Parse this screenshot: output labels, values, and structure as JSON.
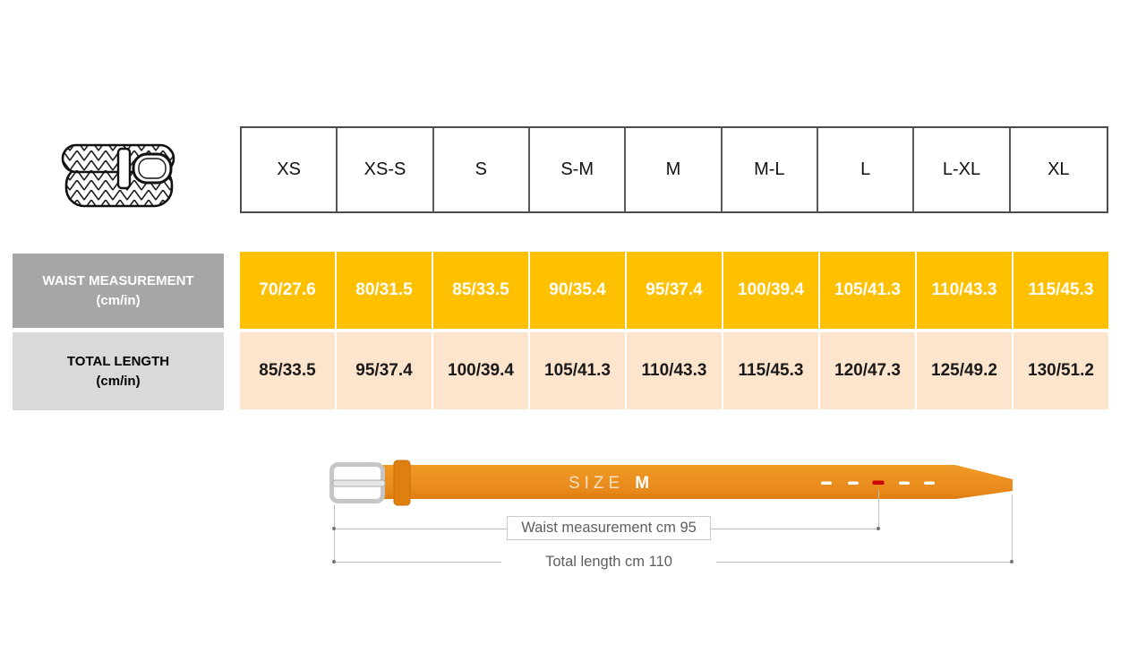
{
  "colors": {
    "accent_orange": "#FFC000",
    "row_peach": "#FCE4CD",
    "label_gray_dark": "#A6A6A6",
    "label_gray_light": "#D9D9D9",
    "belt_orange": "#E8891B",
    "belt_keeper_orange": "#DE7F10",
    "hole_red": "#CC0000",
    "guide_gray": "#BDBDBD"
  },
  "icons": {
    "belt_icon": "braided-belt-illustration"
  },
  "size_chart": {
    "sizes": [
      "XS",
      "XS-S",
      "S",
      "S-M",
      "M",
      "M-L",
      "L",
      "L-XL",
      "XL"
    ],
    "rows": [
      {
        "label_line1": "WAIST MEASUREMENT",
        "label_line2": "(cm/in)",
        "values": [
          "70/27.6",
          "80/31.5",
          "85/33.5",
          "90/35.4",
          "95/37.4",
          "100/39.4",
          "105/41.3",
          "110/43.3",
          "115/45.3"
        ]
      },
      {
        "label_line1": "TOTAL LENGTH",
        "label_line2": "(cm/in)",
        "values": [
          "85/33.5",
          "95/37.4",
          "100/39.4",
          "105/41.3",
          "110/43.3",
          "115/45.3",
          "120/47.3",
          "125/49.2",
          "130/51.2"
        ]
      }
    ]
  },
  "diagram": {
    "size_word": "SIZE",
    "size_value": "M",
    "waist_annotation": "Waist measurement cm 95",
    "total_annotation": "Total length cm 110"
  }
}
